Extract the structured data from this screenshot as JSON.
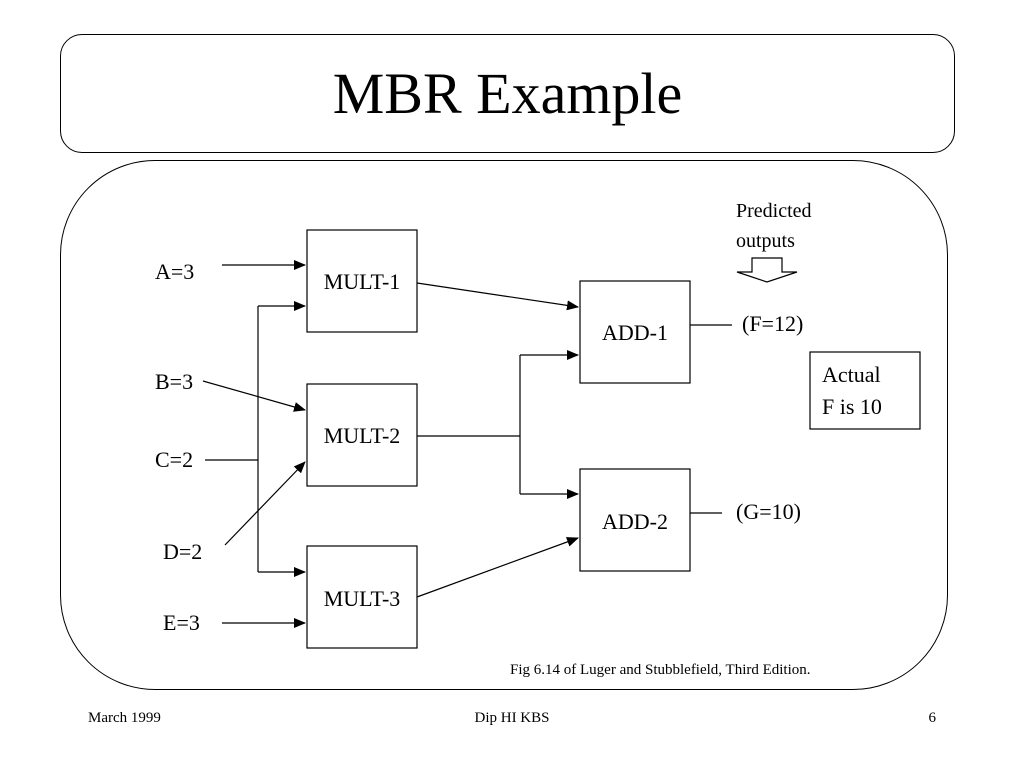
{
  "title": "MBR Example",
  "inputs": {
    "a": "A=3",
    "b": "B=3",
    "c": "C=2",
    "d": "D=2",
    "e": "E=3"
  },
  "components": {
    "mult1": "MULT-1",
    "mult2": "MULT-2",
    "mult3": "MULT-3",
    "add1": "ADD-1",
    "add2": "ADD-2"
  },
  "outputs": {
    "f": "(F=12)",
    "g": "(G=10)"
  },
  "predicted_label": [
    "Predicted",
    "outputs"
  ],
  "actual_label": [
    "Actual",
    "F is 10"
  ],
  "caption": "Fig 6.14 of Luger and Stubblefield, Third Edition.",
  "footer": {
    "date": "March 1999",
    "course": "Dip HI KBS",
    "page": "6"
  }
}
